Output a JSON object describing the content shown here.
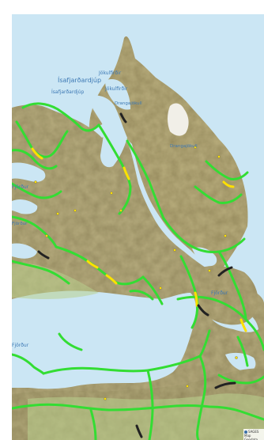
{
  "map": {
    "place_labels": {
      "isafjardardjup_large": "Ísafjarðardjúp",
      "isafjardardjup_small": "Ísafjarðardjúp",
      "jokulfirdir_1": "Jökulfirðir",
      "jokulfirdir_2": "Jökulfirðir",
      "drangajokull": "Drangajökull",
      "drangajokull_2": "Drangajökull",
      "fjordur_west": "Fjörður",
      "fjordur_south": "Fjörður",
      "fjordur_mid": "Fjörður",
      "fjordur_east": "Fjörður"
    },
    "attribution_text": "SAGES Map Geodata",
    "colors": {
      "sea": "#cbe6f4",
      "land": "#bdb48a",
      "land_highland": "#a89c6e",
      "lowland": "#b9cf8e",
      "glacier": "#f1efe8",
      "road_green": "#33dd33",
      "road_yellow": "#ffe000",
      "road_black": "#222222",
      "label_blue": "#3c78b4"
    }
  }
}
